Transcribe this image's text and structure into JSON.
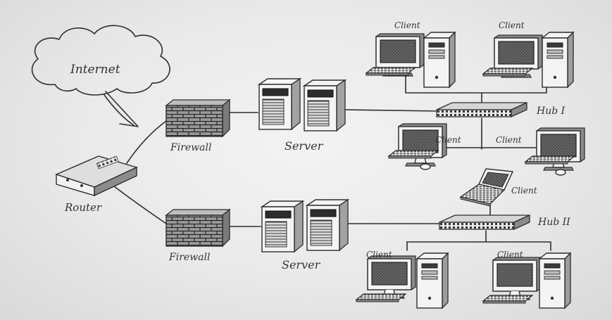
{
  "labels": {
    "internet": "Internet",
    "router": "Router",
    "firewall": "Firewall",
    "server": "Server",
    "hub1": "Hub I",
    "hub2": "Hub II",
    "client": "Client"
  },
  "colors": {
    "ink": "#2d2d2d",
    "paper": "#ececec"
  }
}
